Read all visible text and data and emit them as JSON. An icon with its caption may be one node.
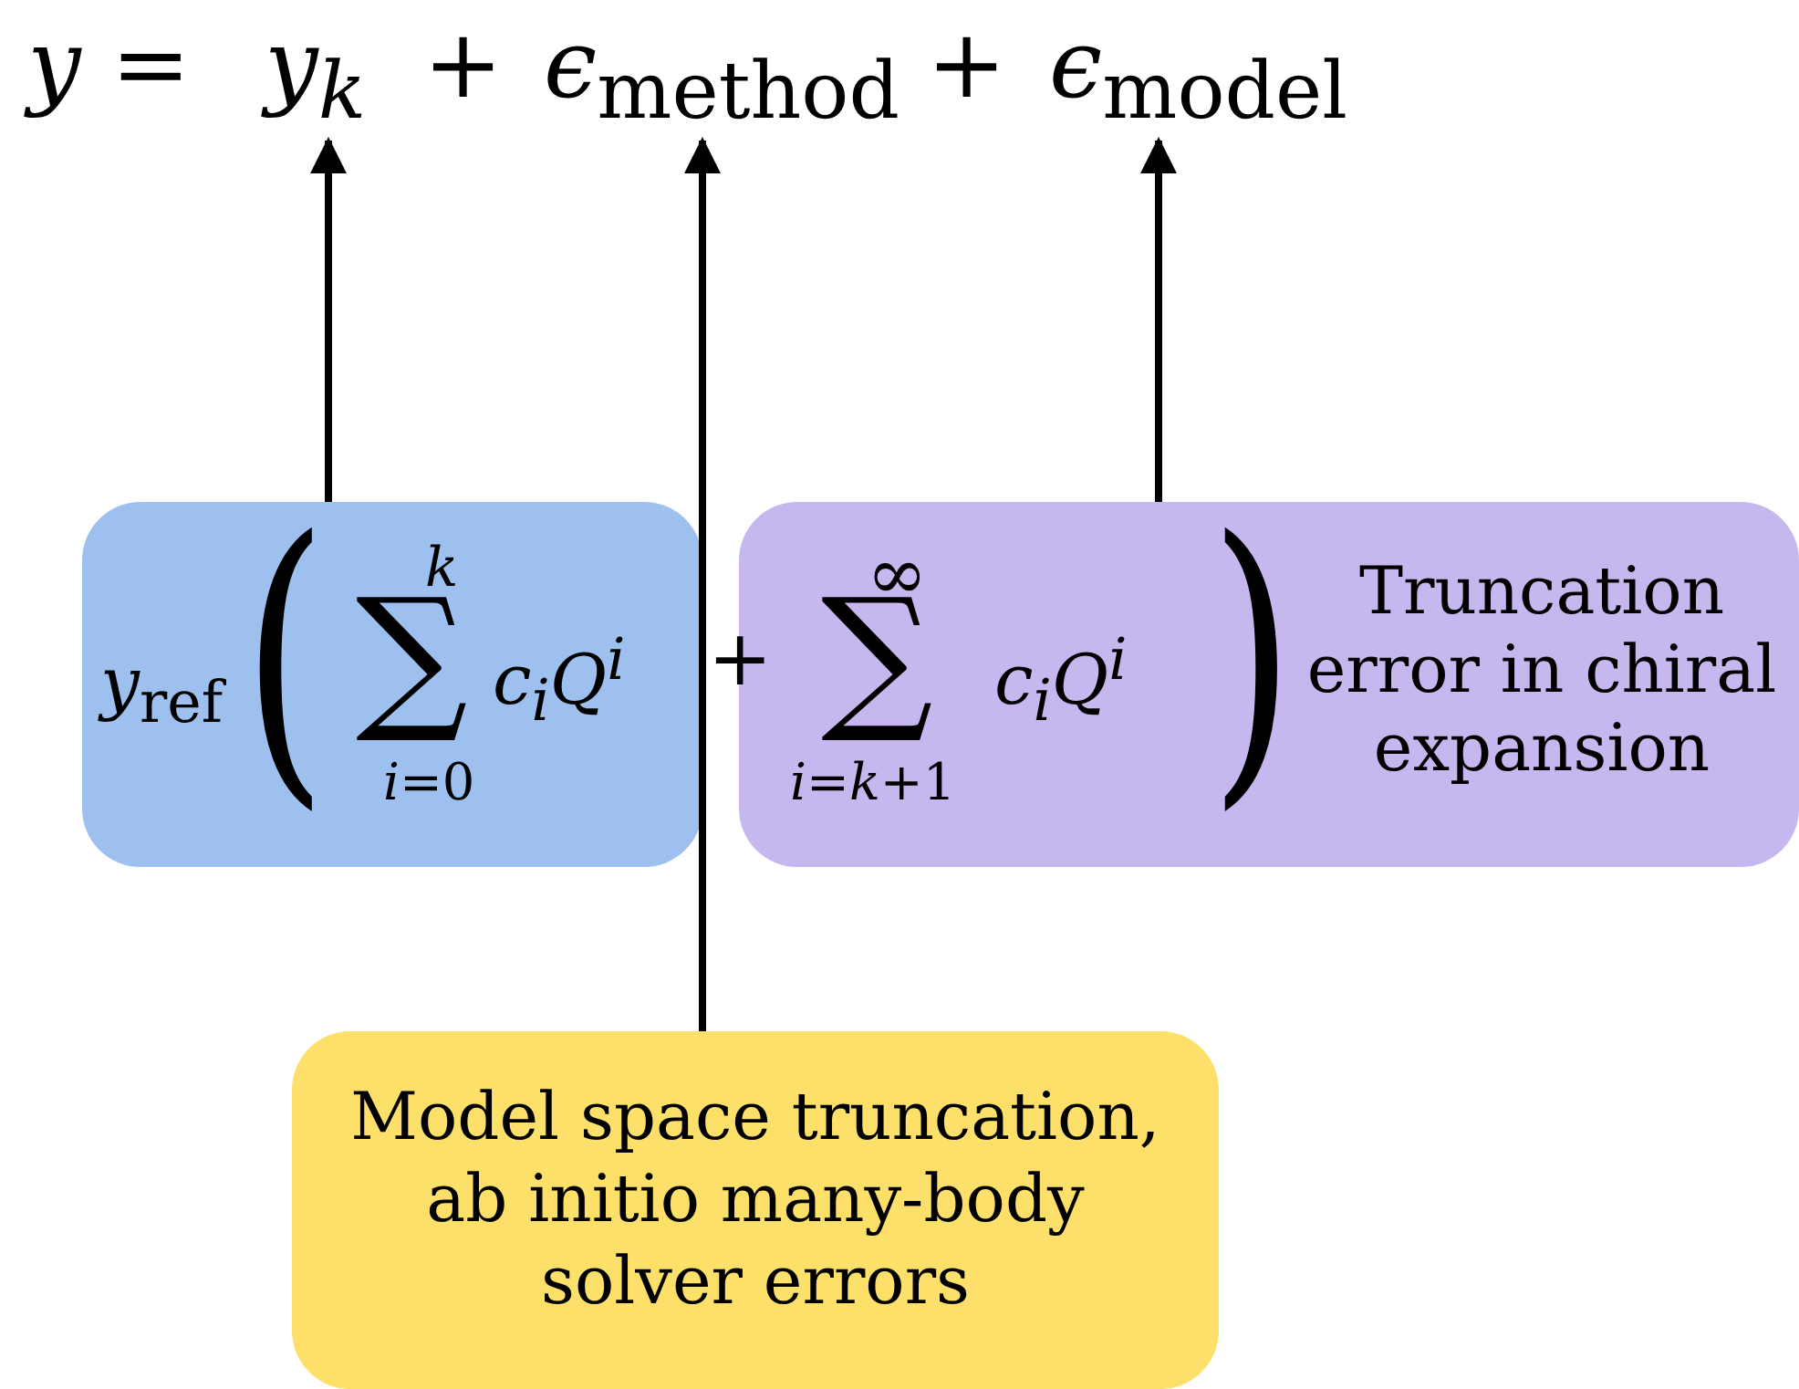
{
  "diagram": {
    "nodes": [
      {
        "text": [
          "*y*$_{k}$"
        ]
      },
      {
        "text": [
          "*ϵ*$_{method}$"
        ]
      },
      {
        "text": [
          "*ϵ*$_{model}$"
        ]
      },
      {
        "text": [
          "*y*$_{ref}$",
          "(",
          "*k*",
          "∑",
          "*i*=0",
          "*c*$_{i}$*Q*$^{i}$"
        ]
      },
      {
        "text": [
          "∞",
          "∑",
          "*i*=*k*+1",
          "*c*$_{i}$*Q*$^{i}$",
          ")",
          "Truncation error in chiral expansion"
        ]
      },
      {
        "text": [
          "Model space truncation, ab initio many-body solver errors"
        ]
      }
    ],
    "edges": [
      {
        "from": 3,
        "to": 0,
        "arrow": "to"
      },
      {
        "from": 5,
        "to": 1,
        "arrow": "to"
      },
      {
        "from": 4,
        "to": 2,
        "arrow": "to"
      }
    ],
    "labels": [
      "*y* =",
      "+",
      "+",
      "+"
    ]
  }
}
